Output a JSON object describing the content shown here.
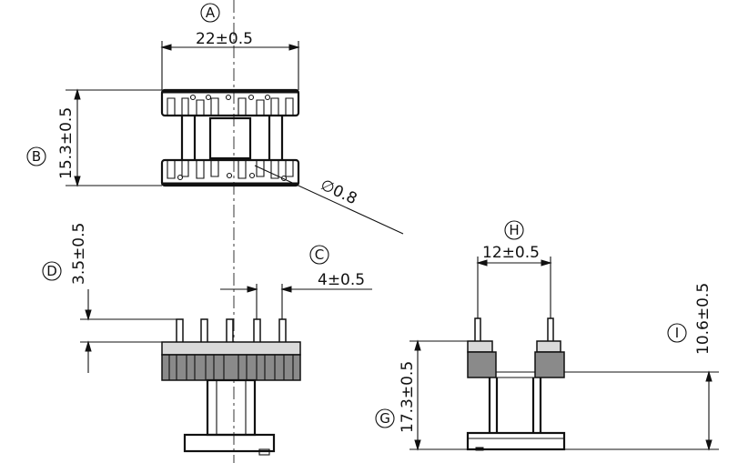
{
  "labels": {
    "A": "A",
    "B": "B",
    "C": "C",
    "D": "D",
    "G": "G",
    "H": "H",
    "I": "I"
  },
  "dimensions": {
    "A": "22±0.5",
    "B": "15.3±0.5",
    "C": "4±0.5",
    "D": "3.5±0.5",
    "G": "17.3±0.5",
    "H": "12±0.5",
    "I": "10.6±0.5",
    "diameter": "∅0.8"
  }
}
